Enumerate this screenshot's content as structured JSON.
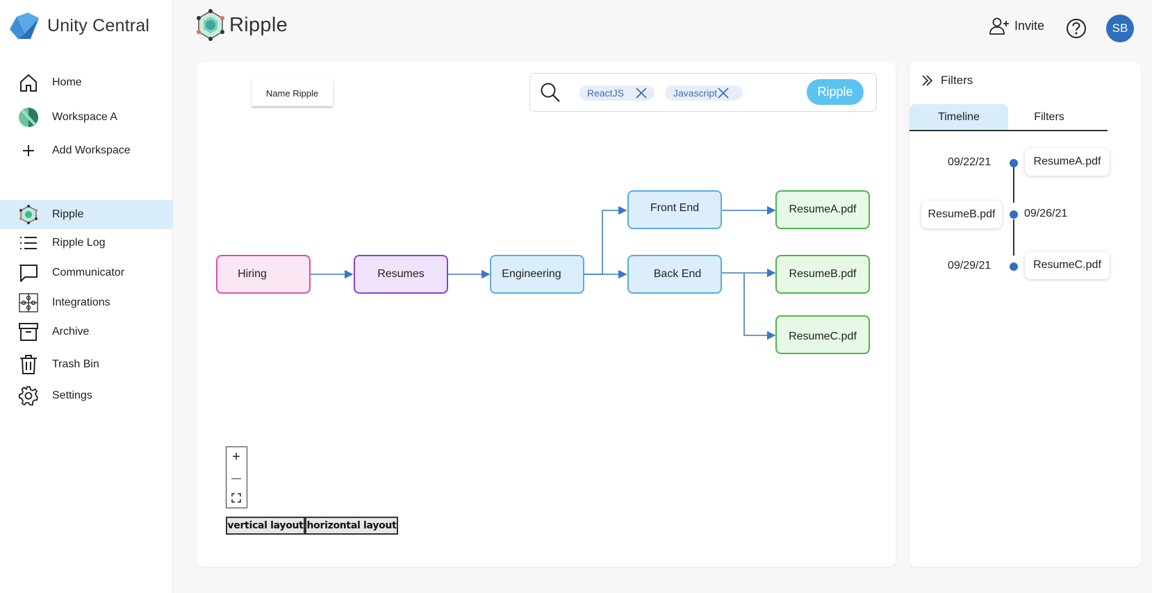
{
  "brand": {
    "name": "Unity Central"
  },
  "sidebar": {
    "top_items": [
      {
        "label": "Home",
        "icon": "home-icon"
      },
      {
        "label": "Workspace A",
        "icon": "workspace-icon"
      },
      {
        "label": "Add Workspace",
        "icon": "plus-icon"
      }
    ],
    "items": [
      {
        "label": "Ripple",
        "icon": "ripple-icon",
        "active": true
      },
      {
        "label": "Ripple Log",
        "icon": "list-icon"
      },
      {
        "label": "Communicator",
        "icon": "chat-icon"
      },
      {
        "label": "Integrations",
        "icon": "puzzle-icon"
      },
      {
        "label": "Archive",
        "icon": "archive-icon"
      },
      {
        "label": "Trash Bin",
        "icon": "trash-icon"
      },
      {
        "label": "Settings",
        "icon": "gear-icon"
      }
    ]
  },
  "header": {
    "title": "Ripple",
    "invite_label": "Invite",
    "avatar_initials": "SB"
  },
  "canvas": {
    "name_ripple_label": "Name Ripple",
    "search": {
      "chips": [
        "ReactJS",
        "Javascript"
      ],
      "button_label": "Ripple"
    },
    "nodes": {
      "hiring": "Hiring",
      "resumes": "Resumes",
      "engineering": "Engineering",
      "front_end": "Front End",
      "back_end": "Back End",
      "resume_a": "ResumeA.pdf",
      "resume_b": "ResumeB.pdf",
      "resume_c": "ResumeC.pdf"
    },
    "zoom": {
      "in": "+",
      "out": "—"
    },
    "layout_buttons": [
      "vertical layout",
      "horizontal layout"
    ]
  },
  "right_panel": {
    "header_label": "Filters",
    "tabs": [
      {
        "label": "Timeline",
        "active": true
      },
      {
        "label": "Filters",
        "active": false
      }
    ],
    "timeline": [
      {
        "date": "09/22/21",
        "file": "ResumeA.pdf"
      },
      {
        "date": "09/26/21",
        "file": "ResumeB.pdf"
      },
      {
        "date": "09/29/21",
        "file": "ResumeC.pdf"
      }
    ]
  },
  "colors": {
    "accent": "#5bc3f0",
    "active_bg": "#d8ecfa",
    "avatar": "#2f6fbd",
    "edge": "#3b78c2"
  }
}
